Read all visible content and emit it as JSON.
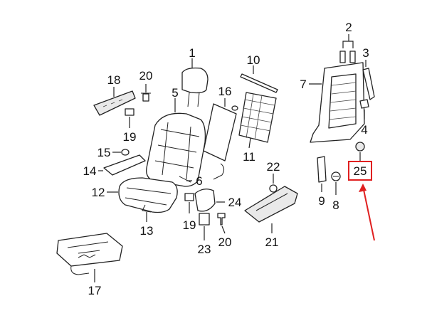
{
  "callouts": [
    {
      "id": "c1",
      "text": "1"
    },
    {
      "id": "c2",
      "text": "2"
    },
    {
      "id": "c3",
      "text": "3"
    },
    {
      "id": "c4",
      "text": "4"
    },
    {
      "id": "c5",
      "text": "5"
    },
    {
      "id": "c6",
      "text": "6"
    },
    {
      "id": "c7",
      "text": "7"
    },
    {
      "id": "c8",
      "text": "8"
    },
    {
      "id": "c9",
      "text": "9"
    },
    {
      "id": "c10",
      "text": "10"
    },
    {
      "id": "c11",
      "text": "11"
    },
    {
      "id": "c12",
      "text": "12"
    },
    {
      "id": "c13",
      "text": "13"
    },
    {
      "id": "c14",
      "text": "14"
    },
    {
      "id": "c15",
      "text": "15"
    },
    {
      "id": "c16",
      "text": "16"
    },
    {
      "id": "c17",
      "text": "17"
    },
    {
      "id": "c18",
      "text": "18"
    },
    {
      "id": "c19a",
      "text": "19"
    },
    {
      "id": "c19b",
      "text": "19"
    },
    {
      "id": "c20a",
      "text": "20"
    },
    {
      "id": "c20b",
      "text": "20"
    },
    {
      "id": "c21",
      "text": "21"
    },
    {
      "id": "c22",
      "text": "22"
    },
    {
      "id": "c23",
      "text": "23"
    },
    {
      "id": "c24",
      "text": "24"
    },
    {
      "id": "c25",
      "text": "25"
    }
  ],
  "highlight": {
    "callout": "25",
    "color": "#e02020"
  },
  "colors": {
    "line": "#222222",
    "highlight": "#e02020"
  }
}
